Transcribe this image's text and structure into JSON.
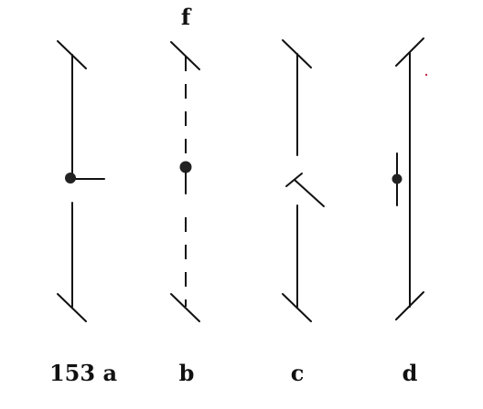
{
  "top_label": "f",
  "labels": {
    "a": "153 a",
    "b": "b",
    "c": "c",
    "d": "d"
  },
  "colors": {
    "ink": "#111111",
    "stray_mark": "#c2324a"
  }
}
